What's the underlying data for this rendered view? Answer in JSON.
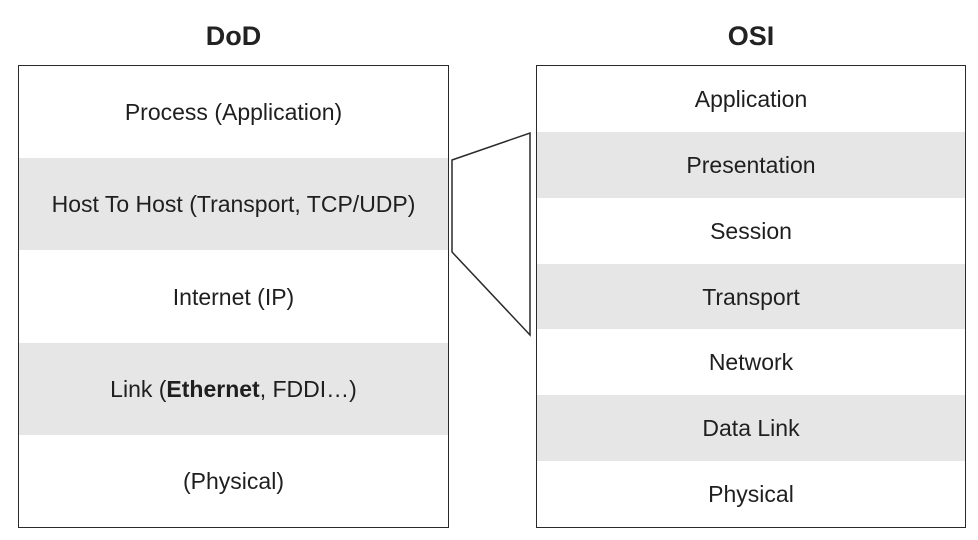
{
  "dod": {
    "title": "DoD",
    "layers": [
      {
        "label": "Process (Application)"
      },
      {
        "label": "Host To Host (Transport, TCP/UDP)"
      },
      {
        "label_prefix": "Internet (IP)"
      },
      {
        "label_prefix": "Link (",
        "label_bold": "Ethernet",
        "label_suffix": ", FDDI…)"
      },
      {
        "label": "(Physical)"
      }
    ]
  },
  "osi": {
    "title": "OSI",
    "layers": [
      {
        "label": "Application"
      },
      {
        "label": "Presentation"
      },
      {
        "label": "Session"
      },
      {
        "label": "Transport"
      },
      {
        "label": "Network"
      },
      {
        "label": "Data Link"
      },
      {
        "label": "Physical"
      }
    ]
  },
  "colors": {
    "border": "#2a2a2a",
    "shaded_row": "#e6e6e6",
    "background": "#ffffff"
  }
}
